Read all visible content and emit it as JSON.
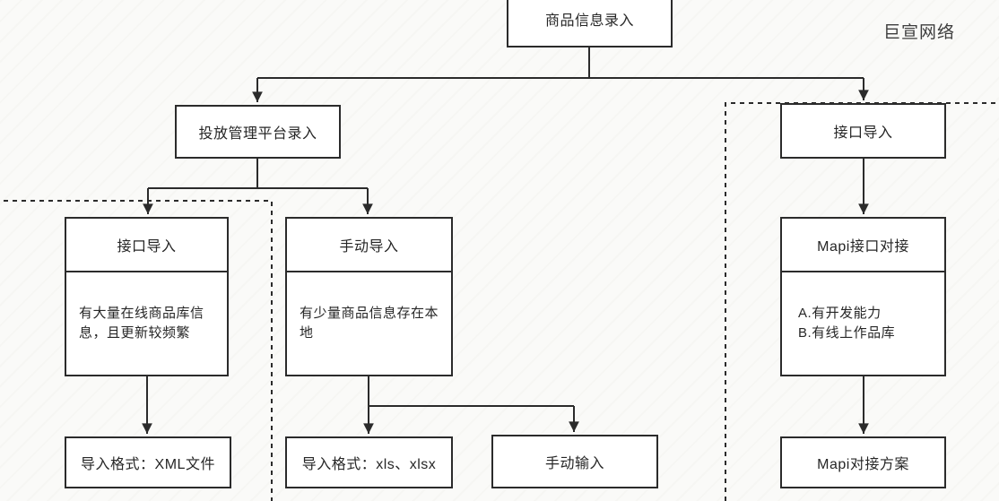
{
  "watermark": "巨宣网络",
  "colors": {
    "line": "#2b2b2b",
    "box_background": "#ffffff",
    "page_background": "#fafaf8",
    "text": "#262626"
  },
  "diagram": {
    "type": "flowchart",
    "nodes": {
      "root": {
        "label": "商品信息录入"
      },
      "platform_entry": {
        "label": "投放管理平台录入"
      },
      "api_import_right": {
        "label": "接口导入"
      },
      "api_import_left": {
        "label": "接口导入",
        "desc": "有大量在线商品库信息，且更新较频繁"
      },
      "manual_import": {
        "label": "手动导入",
        "desc": "有少量商品信息存在本地"
      },
      "mapi_api": {
        "label": "Mapi接口对接",
        "desc_lines": [
          "A.有开发能力",
          "B.有线上作品库"
        ]
      },
      "xml_format": {
        "label": "导入格式：XML文件"
      },
      "xls_format": {
        "label": "导入格式：xls、xlsx"
      },
      "manual_input": {
        "label": "手动输入"
      },
      "mapi_plan": {
        "label": "Mapi对接方案"
      }
    },
    "edges": [
      "商品信息录入 -> 投放管理平台录入",
      "商品信息录入 -> 接口导入(右)",
      "投放管理平台录入 -> 接口导入(左)",
      "投放管理平台录入 -> 手动导入",
      "接口导入(左) -> 导入格式：XML文件",
      "手动导入 -> 导入格式：xls、xlsx",
      "手动导入 -> 手动输入",
      "接口导入(右) -> Mapi接口对接",
      "Mapi接口对接 -> Mapi对接方案"
    ]
  }
}
